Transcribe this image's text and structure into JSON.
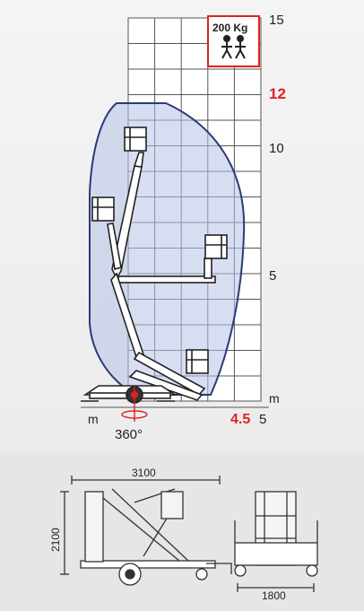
{
  "working_range": {
    "height_ticks": [
      "15",
      "10",
      "5"
    ],
    "max_height_value": "12",
    "height_unit": "m",
    "outreach_unit": "m",
    "outreach_max_value": "4.5",
    "outreach_tick": "5",
    "rotation": "360°",
    "capacity": "200 Kg",
    "capacity_icon": "two-persons-icon",
    "accent_color": "#e02020",
    "envelope_color": "#2b3a78"
  },
  "dimensions": {
    "length": "3100",
    "height": "2100",
    "width": "1800"
  }
}
